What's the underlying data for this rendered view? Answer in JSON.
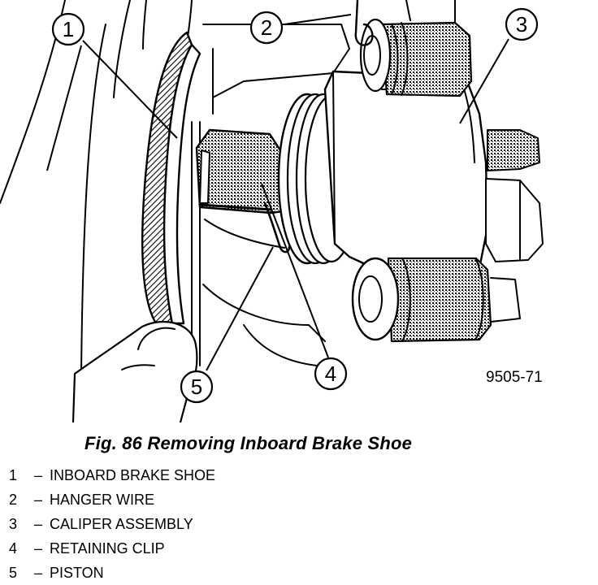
{
  "figure": {
    "code": "9505-71",
    "callouts": [
      "1",
      "2",
      "3",
      "4",
      "5"
    ]
  },
  "caption": "Fig. 86 Removing Inboard Brake Shoe",
  "legend": [
    {
      "num": "1",
      "dash": "–",
      "text": "INBOARD BRAKE SHOE"
    },
    {
      "num": "2",
      "dash": "–",
      "text": "HANGER WIRE"
    },
    {
      "num": "3",
      "dash": "–",
      "text": "CALIPER ASSEMBLY"
    },
    {
      "num": "4",
      "dash": "–",
      "text": "RETAINING CLIP"
    },
    {
      "num": "5",
      "dash": "–",
      "text": "PISTON"
    }
  ]
}
